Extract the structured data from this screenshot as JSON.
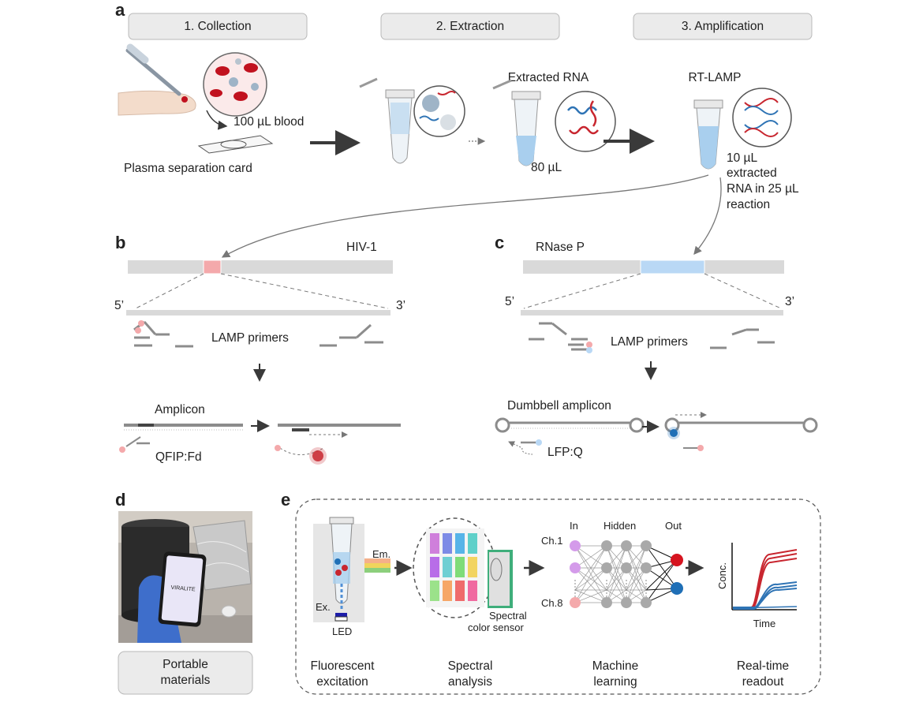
{
  "panel_letters": {
    "a": "a",
    "b": "b",
    "c": "c",
    "d": "d",
    "e": "e"
  },
  "panel_a": {
    "steps": [
      "1. Collection",
      "2. Extraction",
      "3. Amplification"
    ],
    "blood_volume": "100 µL blood",
    "card_label": "Plasma separation card",
    "extracted_label": "Extracted RNA",
    "extract_volume": "80 µL",
    "rtlamp_label": "RT-LAMP",
    "reaction_lines": [
      "10 µL",
      "extracted",
      "RNA in 25 µL",
      "reaction"
    ]
  },
  "panel_b": {
    "target": "HIV-1",
    "five_prime": "5’",
    "three_prime": "3’",
    "primers_label": "LAMP primers",
    "amplicon_label": "Amplicon",
    "probe_label": "QFIP:Fd"
  },
  "panel_c": {
    "target": "RNase P",
    "five_prime": "5’",
    "three_prime": "3’",
    "primers_label": "LAMP primers",
    "amplicon_label": "Dumbbell amplicon",
    "probe_label": "LFP:Q"
  },
  "panel_d": {
    "screen_text": "VIRALITE",
    "caption_lines": [
      "Portable",
      "materials"
    ]
  },
  "panel_e": {
    "em_label": "Em.",
    "ex_label": "Ex.",
    "led_label": "LED",
    "sensor_lines": [
      "Spectral",
      "color sensor"
    ],
    "nn_in": "In",
    "nn_hidden": "Hidden",
    "nn_out": "Out",
    "ch_first": "Ch.1",
    "ch_last": "Ch.8",
    "y_label": "Conc.",
    "x_label": "Time",
    "captions": [
      [
        "Fluorescent",
        "excitation"
      ],
      [
        "Spectral",
        "analysis"
      ],
      [
        "Machine",
        "learning"
      ],
      [
        "Real-time",
        "readout"
      ]
    ]
  },
  "colors": {
    "hiv_region": "#f4a9ab",
    "rnasep_region": "#b9d8f5",
    "red_curve": "#c8262f",
    "blue_curve": "#2f74b5",
    "node_in": "#d49bea",
    "node_out_red": "#d6141f",
    "node_out_blue": "#1f6fb6"
  }
}
